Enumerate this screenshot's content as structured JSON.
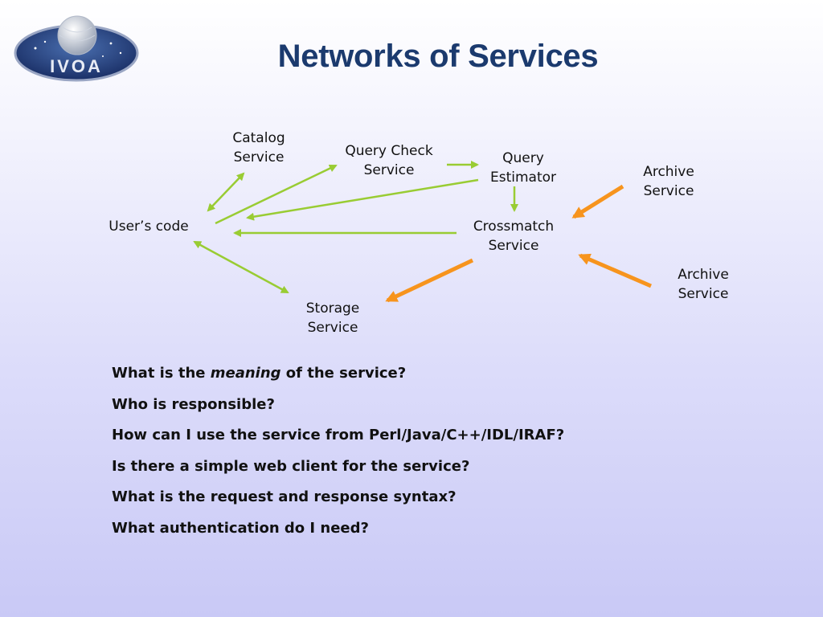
{
  "title": "Networks of Services",
  "logo": {
    "text": "IVOA"
  },
  "nodes": {
    "catalog": {
      "line1": "Catalog",
      "line2": "Service"
    },
    "query_check": {
      "line1": "Query Check",
      "line2": "Service"
    },
    "query_estimator": {
      "line1": "Query",
      "line2": "Estimator"
    },
    "archive_top": {
      "line1": "Archive",
      "line2": "Service"
    },
    "users_code": {
      "line1": "User’s code"
    },
    "crossmatch": {
      "line1": "Crossmatch",
      "line2": "Service"
    },
    "archive_bottom": {
      "line1": "Archive",
      "line2": "Service"
    },
    "storage": {
      "line1": "Storage",
      "line2": "Service"
    }
  },
  "colors": {
    "title": "#1b3a6e",
    "green_arrow": "#99cc33",
    "orange_arrow": "#f7941d"
  },
  "questions": {
    "q1_before": "What is the ",
    "q1_emph": "meaning",
    "q1_after": " of the service?",
    "q2": "Who is responsible?",
    "q3": "How can I use the service from Perl/Java/C++/IDL/IRAF?",
    "q4": "Is there a simple web client for the service?",
    "q5": "What is the request and response syntax?",
    "q6": "What authentication do I need?"
  }
}
